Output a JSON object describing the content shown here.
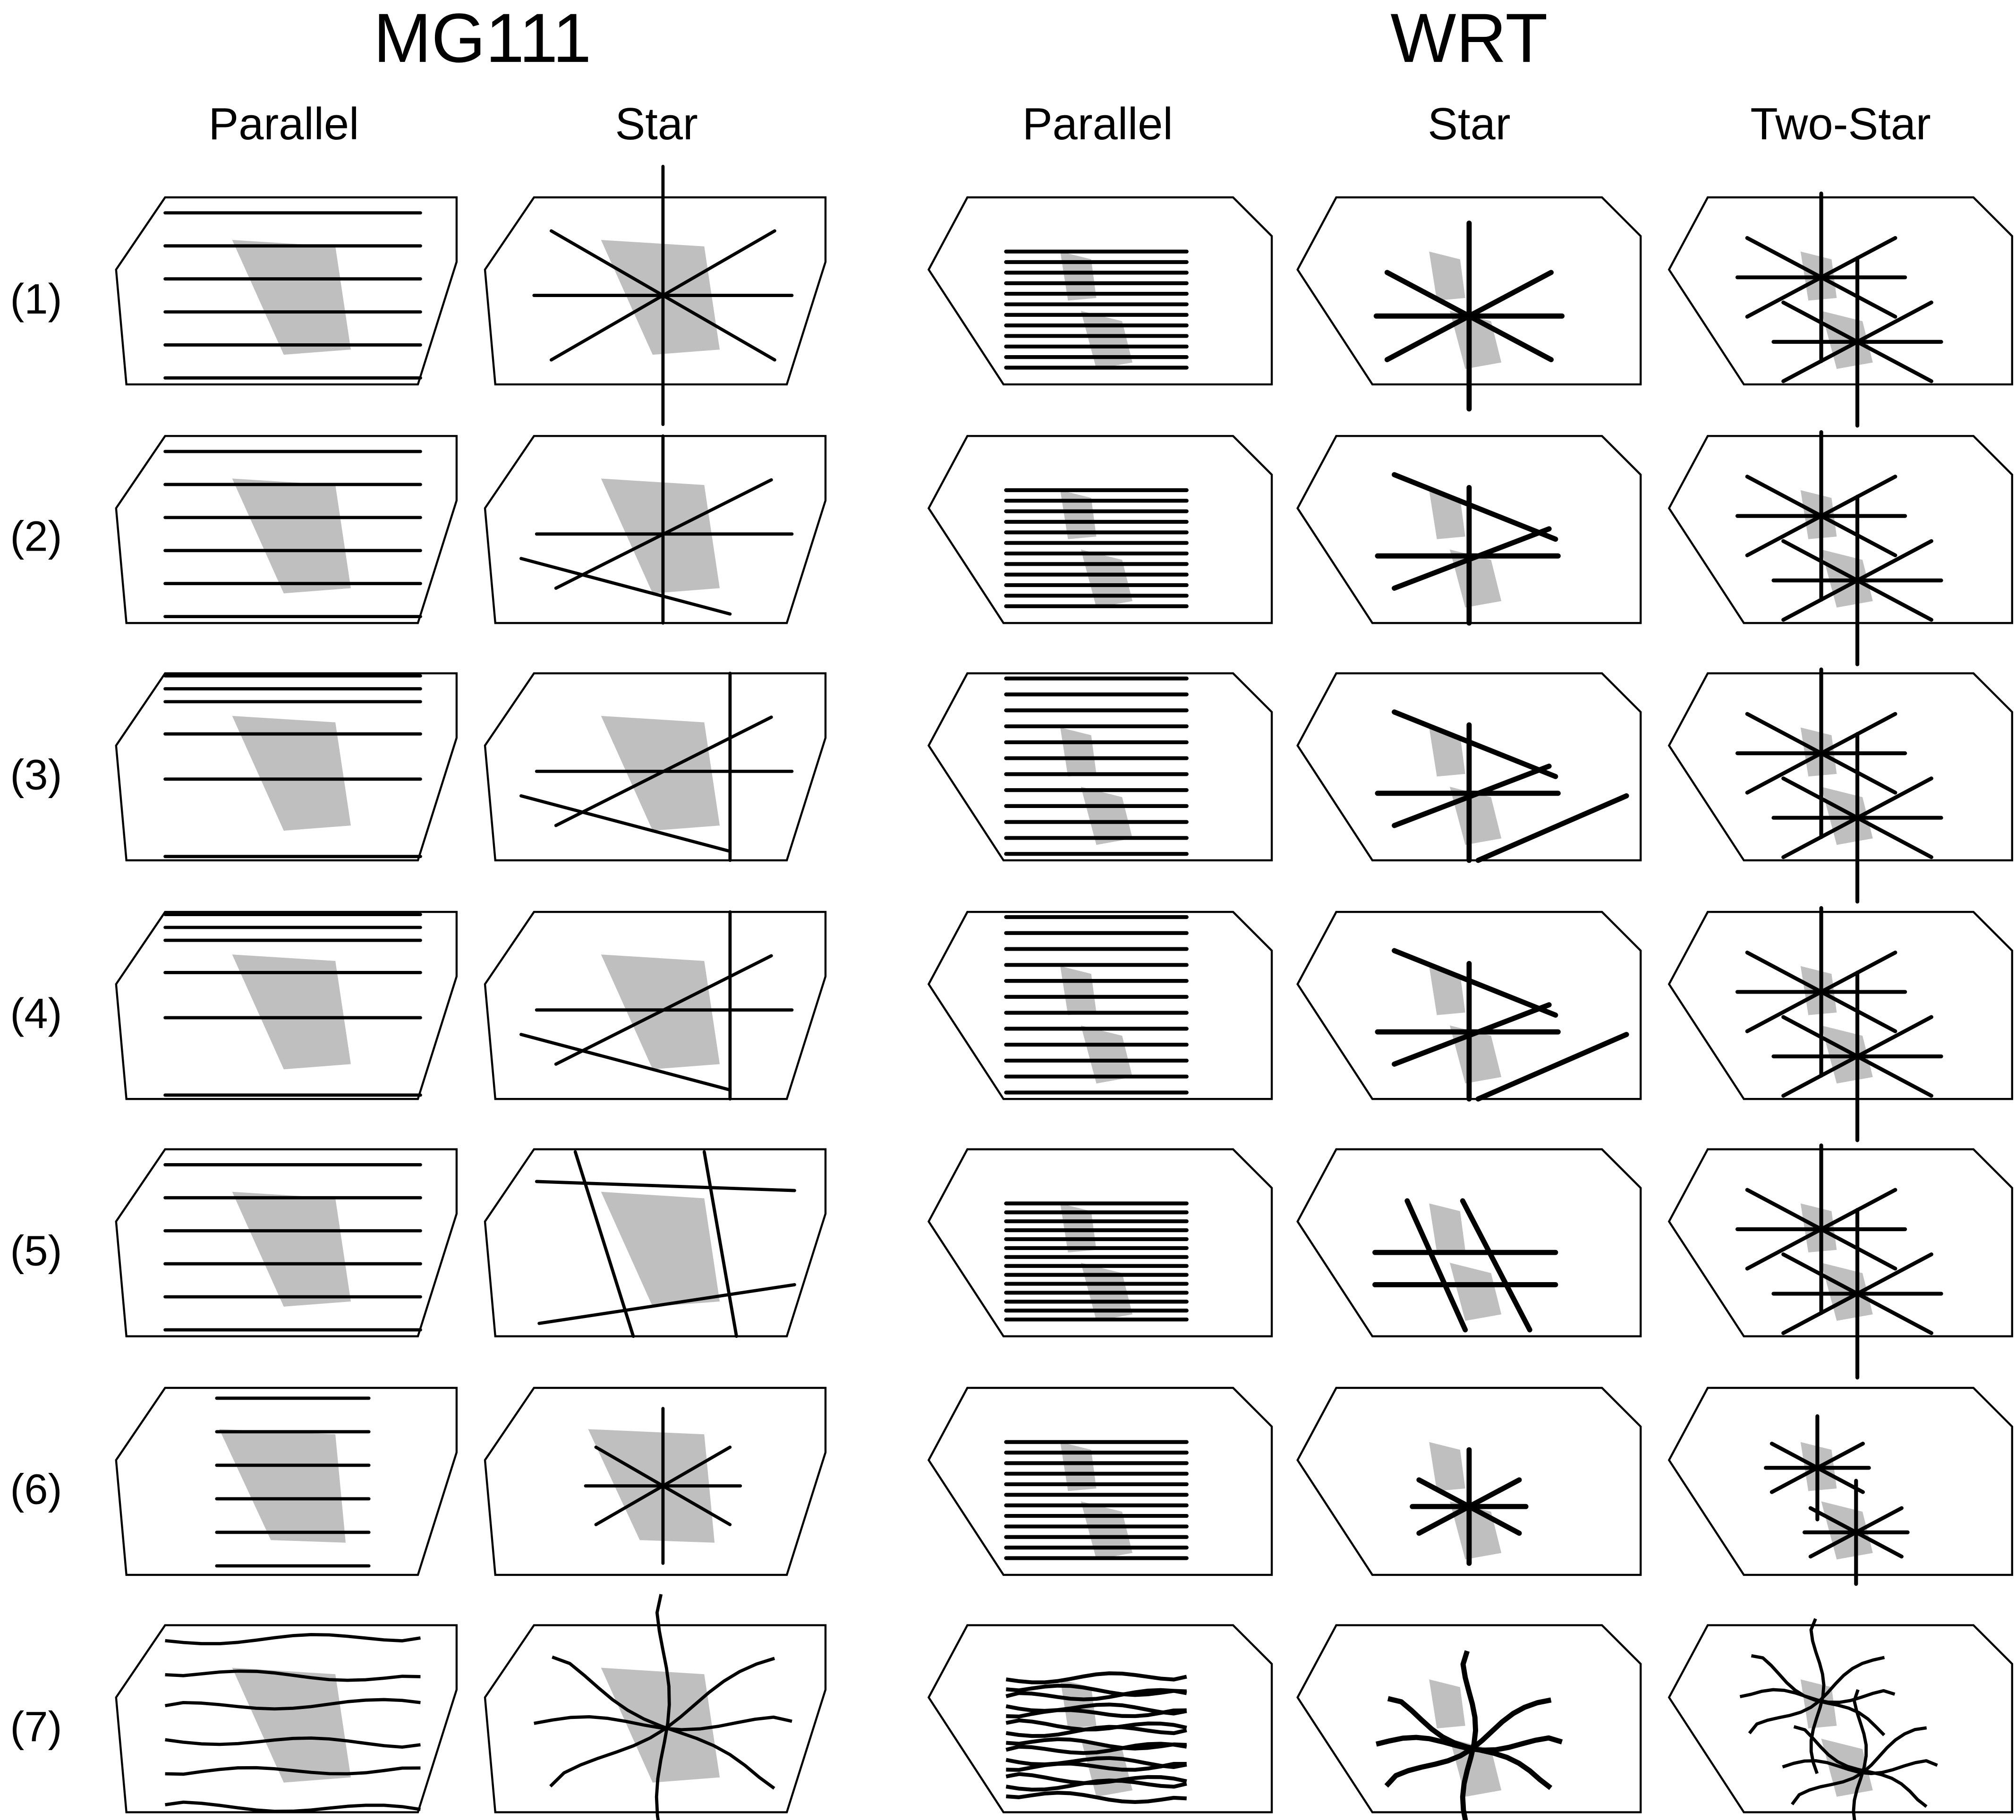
{
  "groups": [
    {
      "title": "MG111",
      "columns": [
        "Parallel",
        "Star"
      ]
    },
    {
      "title": "WRT",
      "columns": [
        "Parallel",
        "Star",
        "Two-Star"
      ]
    }
  ],
  "row_labels": [
    "(1)",
    "(2)",
    "(3)",
    "(4)",
    "(5)",
    "(6)",
    "(7)"
  ],
  "colors": {
    "outline": "#000000",
    "shaded_region": "#bfbfbf",
    "lines": "#000000"
  }
}
